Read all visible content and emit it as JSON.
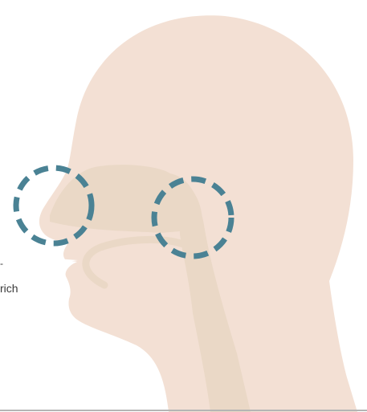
{
  "colors": {
    "skin": "#f3e0d4",
    "airway": "#ead8c6",
    "highlight_circle": "#4a8294",
    "baseline": "#b5b5b5",
    "background": "#ffffff"
  },
  "text_fragments": {
    "line1": "-",
    "line2": "rich"
  },
  "highlights": [
    {
      "name": "nasal-cavity-highlight"
    },
    {
      "name": "nasopharynx-highlight"
    }
  ]
}
